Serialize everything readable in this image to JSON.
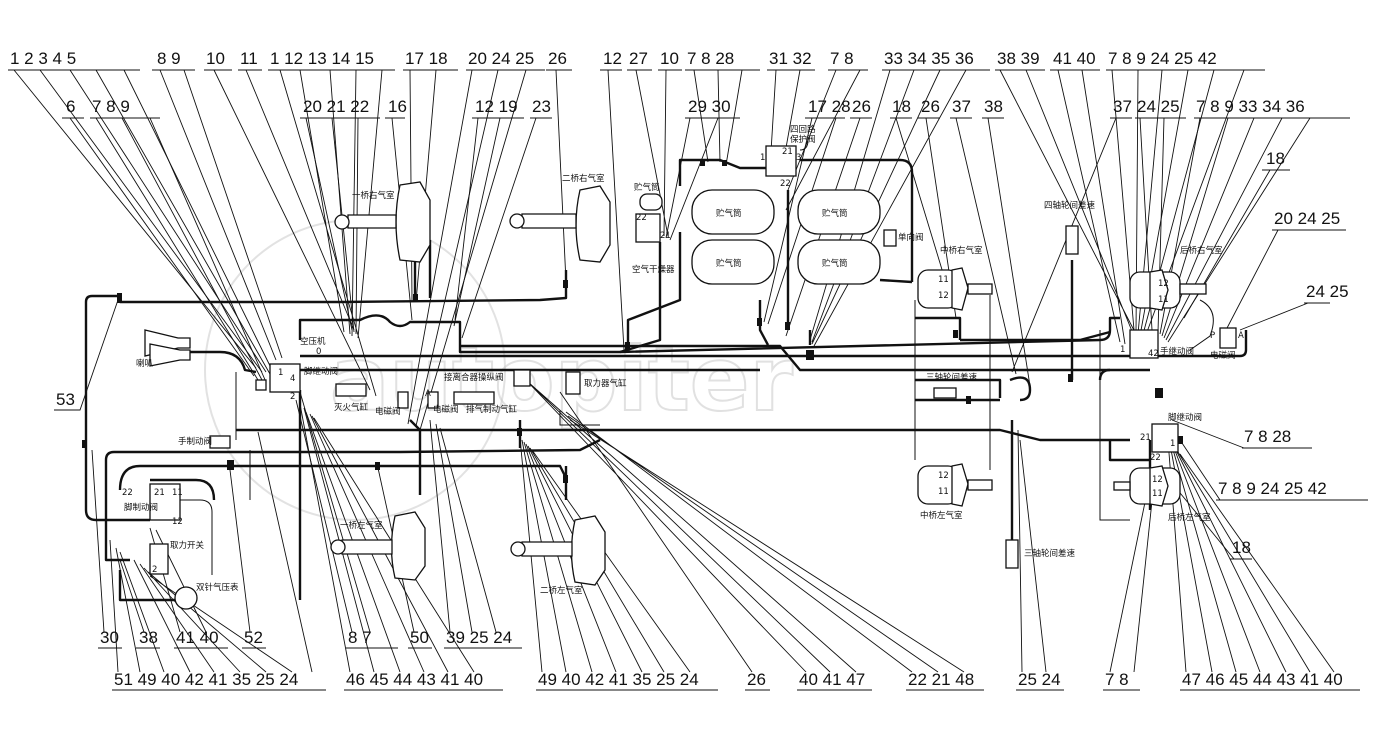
{
  "watermark": "autopiter",
  "labels": {
    "b1_right_chamber": "一桥右气室",
    "b2_right_chamber": "二桥右气室",
    "b1_left_chamber": "一桥左气室",
    "b2_left_chamber": "二桥左气室",
    "mid_right_chamber": "中桥右气室",
    "mid_left_chamber": "中桥左气室",
    "rear_right_chamber": "后桥右气室",
    "rear_left_chamber": "后桥左气室",
    "tank1": "贮气筒",
    "tank2": "贮气筒",
    "tank3": "贮气筒",
    "tank4": "贮气筒",
    "tank_small": "贮气筒",
    "air_dryer": "空气干燥器",
    "four_circuit_valve_1": "四回路",
    "four_circuit_valve_2": "保护阀",
    "check_valve": "单向阀",
    "horn": "喇叭",
    "compressor": "空压机",
    "relay_valve_front": "脚继动阀",
    "fire_cylinder": "灭火气缸",
    "solenoid_valve_1": "电磁阀",
    "solenoid_valve_2": "电磁阀",
    "solenoid_valve_3": "电磁阀",
    "exhaust_brake_cylinder": "排气制动气缸",
    "clutch_valve": "接离合器操纵阀",
    "pto_cylinder": "取力器气缸",
    "hand_valve": "手制动阀",
    "foot_valve": "脚制动阀",
    "pto_switch": "取力开关",
    "gauge": "双针气压表",
    "axle4_diff": "四轴轮间差速",
    "axle3_diff_upper": "三轴轮间差速",
    "axle3_diff_lower": "三轴轮间差速",
    "hand_relay_valve": "手继动阀",
    "rear_relay_valve": "脚继动阀"
  },
  "callouts_top": {
    "g1": "1  2  3  4  5",
    "g2": "8  9",
    "g3": "10",
    "g4": "11",
    "g5": "1  12 13 14 15",
    "g6": "17 18",
    "g7": "20 24 25",
    "g8": "26",
    "g9": "12",
    "g10": "27",
    "g11": "10",
    "g12": "7  8  28",
    "g13": "31 32",
    "g14": "7  8",
    "g15": "33 34 35 36",
    "g16": "38 39",
    "g17": "41 40",
    "g18": "7  8  9  24 25 42"
  },
  "callouts_second": {
    "g1": "6",
    "g2": "7  8  9",
    "g3": "20 21 22",
    "g4": "16",
    "g5": "12 19",
    "g6": "23",
    "g7": "29 30",
    "g8": "17 28",
    "g9": "26",
    "g10": "18",
    "g11": "26",
    "g12": "37",
    "g13": "38",
    "g14": "37",
    "g15": "24 25",
    "g16": "7  8  9  33 34 36"
  },
  "callouts_right": {
    "r1": "18",
    "r2": "20 24 25",
    "r3": "24 25",
    "r4": "7  8  28",
    "r5": "7  8  9  24 25 42",
    "r6": "18"
  },
  "callouts_left": {
    "l1": "53"
  },
  "callouts_bottom_row1": {
    "b1": "30",
    "b2": "38",
    "b3": "41 40",
    "b4": "52",
    "b5": "8  7",
    "b6": "50",
    "b7": "39 25 24"
  },
  "callouts_bottom_row2": {
    "b1": "51 49 40 42 41 35 25 24",
    "b2": "46 45 44 43 41 40",
    "b3": "49 40 42 41 35 25 24",
    "b4": "26",
    "b5": "40 41 47",
    "b6": "22 21 48",
    "b7": "25 24",
    "b8": "7  8",
    "b9": "47 46 45 44 43 41 40"
  },
  "port_numbers": {
    "p1": "1",
    "p2": "2",
    "p3": "4",
    "p4": "21",
    "p5": "22",
    "p6": "3",
    "p7": "12",
    "p8": "11",
    "p9": "21",
    "p10": "22",
    "p11": "11",
    "p12": "12",
    "p13": "1",
    "p14": "2",
    "p15": "12",
    "p16": "11",
    "p17": "12",
    "p18": "11",
    "p19": "12",
    "p20": "11",
    "p21": "21",
    "p22": "1",
    "p23": "42",
    "p24": "P",
    "p25": "A",
    "p26": "1",
    "p27": "21",
    "p28": "22",
    "p29": "A",
    "p30": "0"
  }
}
